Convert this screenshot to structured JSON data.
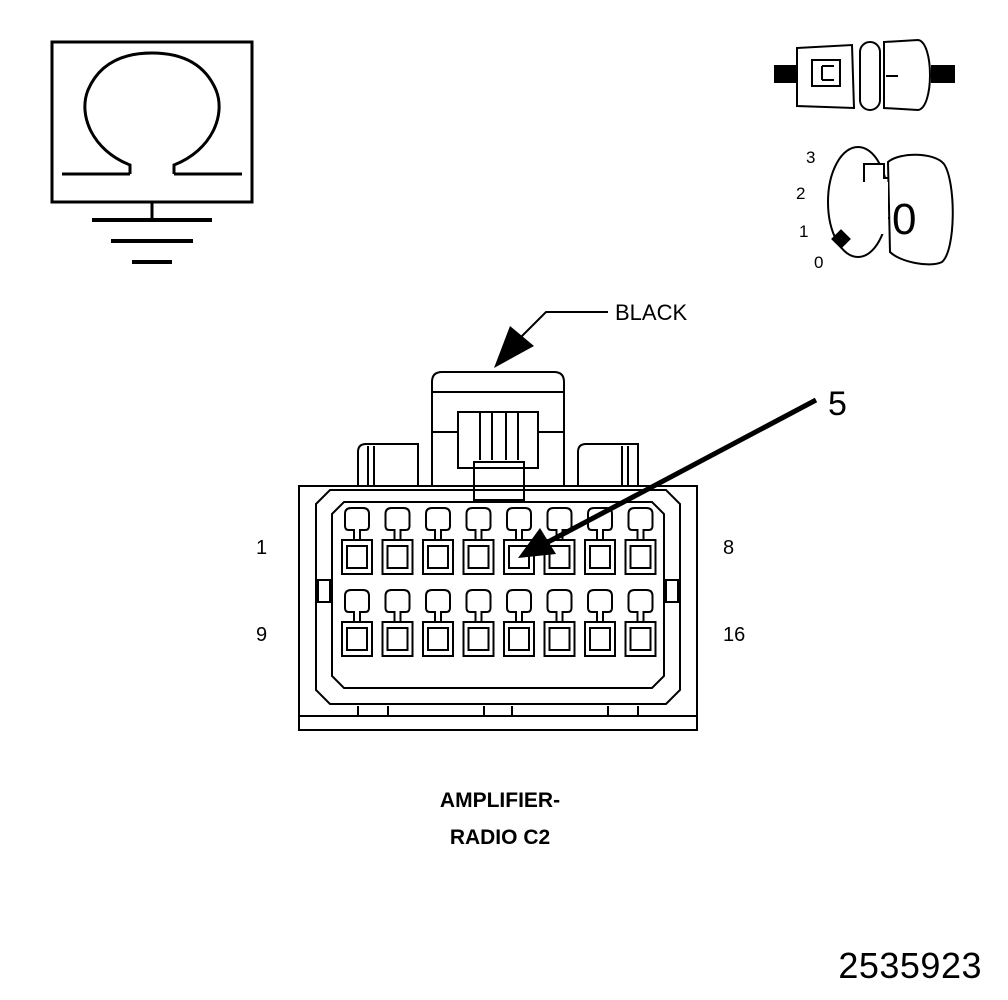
{
  "figure_number": "2535923",
  "connector": {
    "color_label": "BLACK",
    "callout_number": "5",
    "pin_range_labels": {
      "top_left": "1",
      "top_right": "8",
      "bottom_left": "9",
      "bottom_right": "16"
    },
    "pins_per_row": 8,
    "rows": 2,
    "highlighted_pin": 5,
    "title_line1": "AMPLIFIER-",
    "title_line2": "RADIO C2"
  },
  "icons": {
    "ohmmeter": "ohmmeter-ground-icon",
    "connector_disconnect": "connector-disconnect-icon",
    "ignition_key": "ignition-key-off-icon"
  },
  "ignition": {
    "positions": [
      "3",
      "2",
      "1",
      "0"
    ],
    "key_label": "0"
  }
}
